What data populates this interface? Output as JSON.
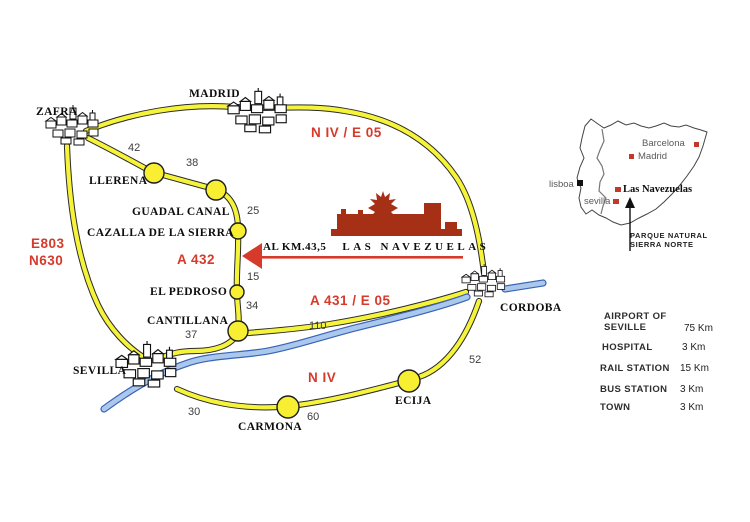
{
  "map": {
    "towns": {
      "zafra": "ZAFRA",
      "madrid": "MADRID",
      "llerena": "LLERENA",
      "guadalcanal": "GUADAL CANAL",
      "cazalla": "CAZALLA DE LA SIERRA",
      "el_pedroso": "EL PEDROSO",
      "cantillana": "CANTILLANA",
      "sevilla": "SEVILLA",
      "carmona": "CARMONA",
      "ecija": "ECIJA",
      "cordoba": "CORDOBA"
    },
    "distances": {
      "zafra_llerena": "42",
      "llerena_guadalcanal": "38",
      "guadalcanal_cazalla": "25",
      "cazalla_el_pedroso": "15",
      "el_pedroso_cantillana": "34",
      "cantillana_sevilla": "37",
      "cordoba_cantillana": "110",
      "sevilla_carmona": "30",
      "carmona_ecija": "60",
      "ecija_cordoba": "52"
    },
    "roads": {
      "niv_e05_north": "N IV / E 05",
      "e803": "E803",
      "n630": "N630",
      "a432": "A 432",
      "a431_e05": "A 431 / E 05",
      "niv_south": "N IV"
    },
    "destination": {
      "km_note": "AL KM.43,5",
      "name": "LAS NAVEZUELAS"
    },
    "colors": {
      "road_fill": "#f6f33b",
      "road_edge": "#2b2b2b",
      "river_fill": "#aac7ec",
      "river_edge": "#3a62b8",
      "town_circle": "#f8ef32",
      "red_label": "#d53a2a",
      "building": "#a63015"
    }
  },
  "inset": {
    "cities": {
      "barcelona": "Barcelona",
      "madrid": "Madrid",
      "lisboa": "lisboa",
      "las_navezuelas": "Las Navezuelas",
      "sevilla": "sevilla"
    },
    "park_line1": "PARQUE NATURAL",
    "park_line2": "SIERRA NORTE"
  },
  "services": {
    "rows": [
      {
        "label": "AIRPORT OF SEVILLE",
        "value": "75 Km"
      },
      {
        "label": "HOSPITAL",
        "value": "3 Km"
      },
      {
        "label": "RAIL STATION",
        "value": "15 Km"
      },
      {
        "label": "BUS STATION",
        "value": "3 Km"
      },
      {
        "label": "TOWN",
        "value": "3 Km"
      }
    ]
  }
}
